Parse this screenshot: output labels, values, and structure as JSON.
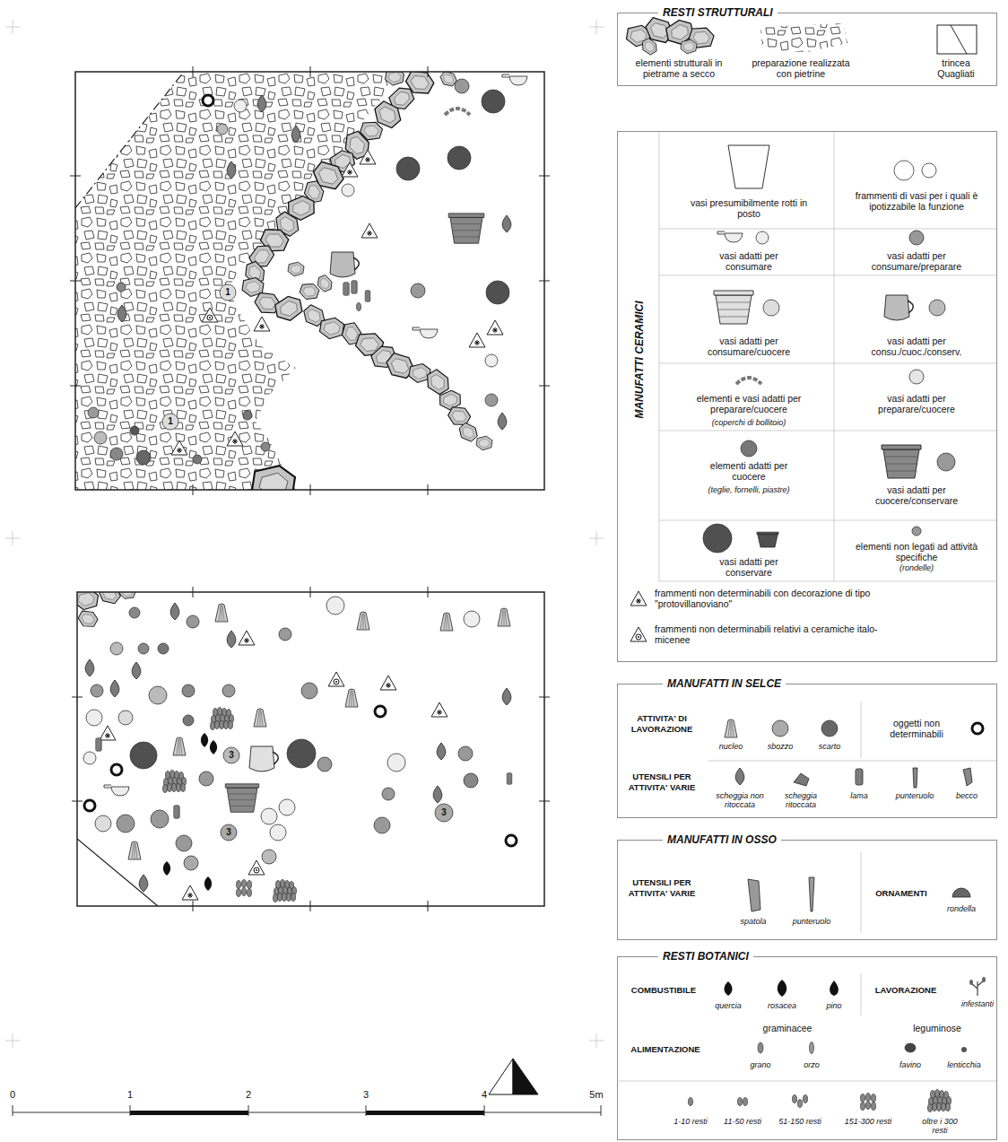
{
  "diagram": {
    "nodes": [
      {
        "text": [
          "RESTI STRUTTURALI"
        ]
      },
      {
        "text": [
          "MANUFATTI CERAMICI"
        ]
      },
      {
        "text": [
          "MANUFATTI IN SELCE"
        ]
      },
      {
        "text": [
          "MANUFATTI IN OSSO"
        ]
      },
      {
        "text": [
          "RESTI BOTANICI"
        ]
      }
    ],
    "labels": [
      "(coperchi di bollitoio)",
      "(teglie, fornelli, piastre)",
      "(rondelle)",
      "ATTIVITA' DI LAVORAZIONE",
      "UTENSILI PER ATTIVITA' VARIE",
      "UTENSILI PER ATTIVITA' VARIE",
      "ORNAMENTI",
      "COMBUSTIBILE",
      "LAVORAZIONE",
      "graminacee",
      "leguminose",
      "ALIMENTAZIONE",
      "0",
      "1",
      "2",
      "3",
      "4",
      "5m",
      "1",
      "1",
      "3",
      "3",
      "3"
    ],
    "legend": [
      {
        "text": "elementi strutturali in pietrame a secco"
      },
      {
        "text": "preparazione realizzata con pietrine"
      },
      {
        "text": "trincea Quagliati"
      },
      {
        "text": "vasi presumibilmente rotti in posto"
      },
      {
        "text": "frammenti di vasi per i quali è ipotizzabile la funzione"
      },
      {
        "text": "vasi adatti per consumare"
      },
      {
        "text": "vasi adatti per consumare/preparare"
      },
      {
        "text": "vasi adatti per consumare/cuocere"
      },
      {
        "text": "vasi adatti per consu./cuoc./conserv."
      },
      {
        "text": "elementi e vasi adatti per preparare/cuocere"
      },
      {
        "text": "vasi adatti per preparare/cuocere"
      },
      {
        "text": "elementi adatti per cuocere"
      },
      {
        "text": "vasi adatti per cuocere/conservare"
      },
      {
        "text": "vasi adatti per conservare"
      },
      {
        "text": "elementi non legati ad attività specifiche"
      },
      {
        "text": "frammenti non determinabili con decorazione di tipo \"protovillanoviano\""
      },
      {
        "text": "frammenti non determinabili relativi a ceramiche italo-micenee"
      },
      {
        "text": "nucleo"
      },
      {
        "text": "sbozzo"
      },
      {
        "text": "scarto"
      },
      {
        "text": "oggetti non determinabili"
      },
      {
        "text": "scheggia non ritoccata"
      },
      {
        "text": "scheggia ritoccata"
      },
      {
        "text": "lama"
      },
      {
        "text": "punteruolo"
      },
      {
        "text": "becco"
      },
      {
        "text": "spatola"
      },
      {
        "text": "punteruolo"
      },
      {
        "text": "rondella"
      },
      {
        "text": "quercia"
      },
      {
        "text": "rosacea"
      },
      {
        "text": "pino"
      },
      {
        "text": "infestanti"
      },
      {
        "text": "grano"
      },
      {
        "text": "orzo"
      },
      {
        "text": "favino"
      },
      {
        "text": "lenticchia"
      },
      {
        "text": "1-10 resti"
      },
      {
        "text": "11-50 resti"
      },
      {
        "text": "51-150 resti"
      },
      {
        "text": "151-300 resti"
      },
      {
        "text": "oltre i 300 resti"
      }
    ]
  }
}
